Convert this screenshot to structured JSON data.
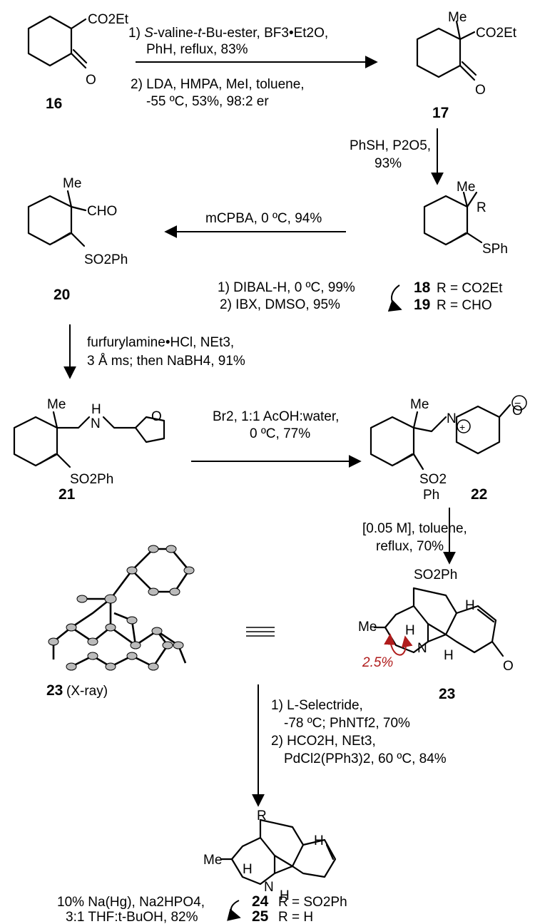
{
  "compounds": {
    "c16": "16",
    "c17": "17",
    "c18": "18",
    "c19": "19",
    "c20": "20",
    "c21": "21",
    "c22": "22",
    "c23": "23",
    "c23x": "23",
    "c24": "24",
    "c25": "25"
  },
  "labels": {
    "co2et": "CO2Et",
    "me": "Me",
    "r": "R",
    "cho": "CHO",
    "sph": "SPh",
    "so2ph": "SO2Ph",
    "so2": "SO2",
    "ph": "Ph",
    "h": "H",
    "n": "N",
    "nh": "N",
    "nh_h": "H",
    "o": "O",
    "xray": "(X-ray)",
    "r18": "R = CO2Et",
    "r19": "R = CHO",
    "r24": "R = SO2Ph",
    "r25": "R = H",
    "noe": "2.5%"
  },
  "steps": {
    "s1a_italic": "S",
    "s1a_mid": "-valine-",
    "s1a_t": "t",
    "s1a_rest": "-Bu-ester, BF3•Et2O,",
    "s1b": "PhH, reflux, 83%",
    "s1c": "2) LDA, HMPA, MeI, toluene,",
    "s1d": "-55 ºC, 53%, 98:2 er",
    "s2a": "PhSH, P2O5,",
    "s2b": "93%",
    "s3a": "1) DIBAL-H, 0 ºC, 99%",
    "s3b": "2) IBX, DMSO, 95%",
    "s4": "mCPBA, 0 ºC, 94%",
    "s5a": "furfurylamine•HCl, NEt3,",
    "s5b": "3 Å ms; then NaBH4, 91%",
    "s6a": "Br2, 1:1 AcOH:water,",
    "s6b": "0 ºC, 77%",
    "s7a": "[0.05 M], toluene,",
    "s7b": "reflux, 70%",
    "s8a": "1) L-Selectride,",
    "s8b": "-78 ºC; PhNTf2, 70%",
    "s8c": "2) HCO2H, NEt3,",
    "s8d": "PdCl2(PPh3)2, 60 ºC, 84%",
    "s9a": "10% Na(Hg), Na2HPO4,",
    "s9b": "3:1 THF:t-BuOH, 82%"
  },
  "colors": {
    "noe": "#b01c1c",
    "ink": "#000000"
  }
}
